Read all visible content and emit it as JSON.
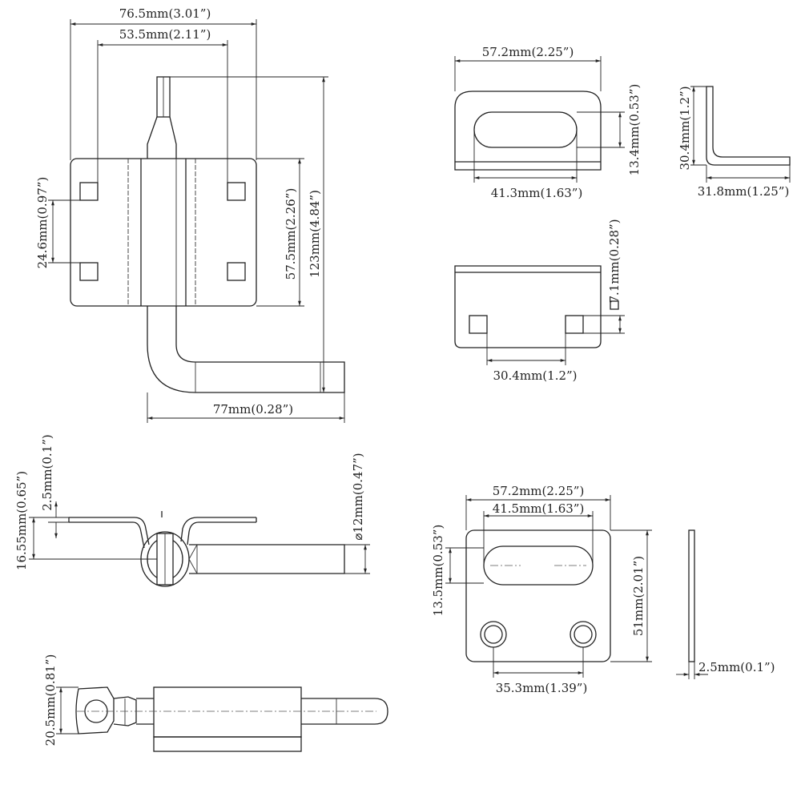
{
  "dimensions": {
    "main_overall_width": "76.5mm(3.01”)",
    "main_hole_span": "53.5mm(2.11”)",
    "main_hole_vertical": "24.6mm(0.97”)",
    "main_plate_height": "57.5mm(2.26”)",
    "main_total_height": "123mm(4.84”)",
    "main_handle_length": "77mm(0.28”)",
    "keeper_width": "57.2mm(2.25”)",
    "keeper_slot_height": "13.4mm(0.53”)",
    "keeper_slot_length": "41.3mm(1.63”)",
    "angle_height": "30.4mm(1.2”)",
    "angle_width": "31.8mm(1.25”)",
    "keeper_side_hole": "7.1mm(0.28”)",
    "keeper_side_span": "30.4mm(1.2”)",
    "side_thickness": "2.5mm(0.1”)",
    "side_height": "16.55mm(0.65”)",
    "pin_diameter": "⌀12mm(0.47”)",
    "bottom_height": "20.5mm(0.81”)",
    "plate_width": "57.2mm(2.25”)",
    "plate_slot_span": "41.5mm(1.63”)",
    "plate_slot_height": "13.5mm(0.53”)",
    "plate_height": "51mm(2.01”)",
    "plate_hole_span": "35.3mm(1.39”)",
    "plate_thickness": "2.5mm(0.1”)"
  }
}
